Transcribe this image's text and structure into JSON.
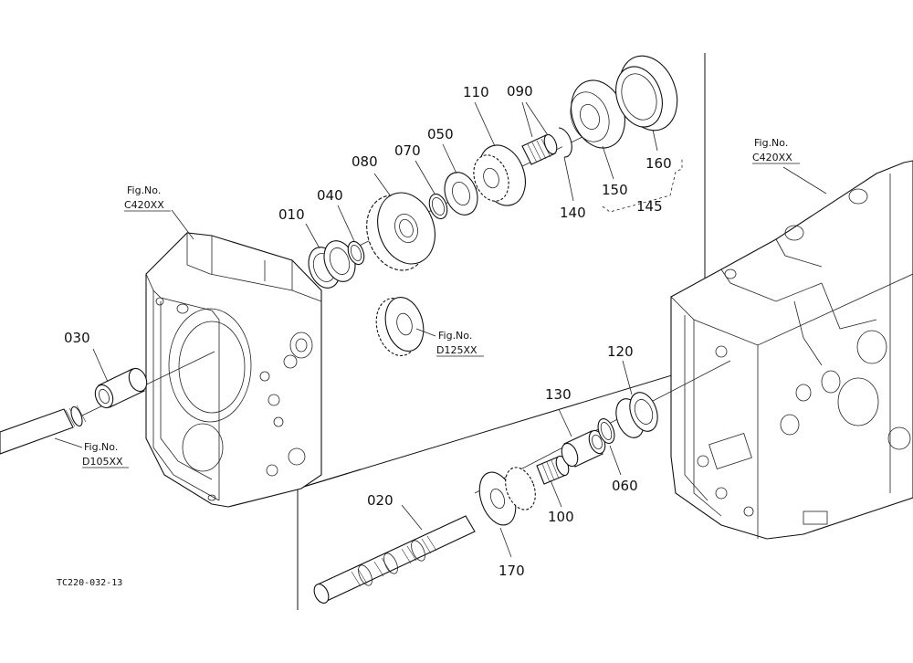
{
  "parts": {
    "p010": "010",
    "p020": "020",
    "p030": "030",
    "p040": "040",
    "p050": "050",
    "p060": "060",
    "p070": "070",
    "p080": "080",
    "p090": "090",
    "p100": "100",
    "p110": "110",
    "p120": "120",
    "p130": "130",
    "p140": "140",
    "p145": "145",
    "p150": "150",
    "p160": "160",
    "p170": "170"
  },
  "figure_refs": {
    "left_case": {
      "title": "Fig.No.",
      "code": "C420XX"
    },
    "right_case": {
      "title": "Fig.No.",
      "code": "C420XX"
    },
    "gear": {
      "title": "Fig.No.",
      "code": "D125XX"
    },
    "shaft": {
      "title": "Fig.No.",
      "code": "D105XX"
    }
  },
  "drawing_code": "TC220-032-13"
}
